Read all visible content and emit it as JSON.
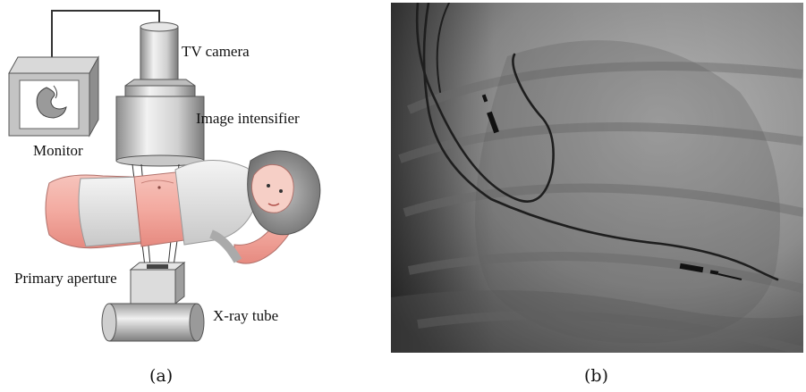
{
  "panel_a": {
    "labels": {
      "tv_camera": "TV camera",
      "image_intensifier": "Image intensifier",
      "monitor": "Monitor",
      "primary_aperture": "Primary aperture",
      "xray_tube": "X-ray tube"
    },
    "caption": "(a)"
  },
  "panel_b": {
    "caption": "(b)"
  }
}
